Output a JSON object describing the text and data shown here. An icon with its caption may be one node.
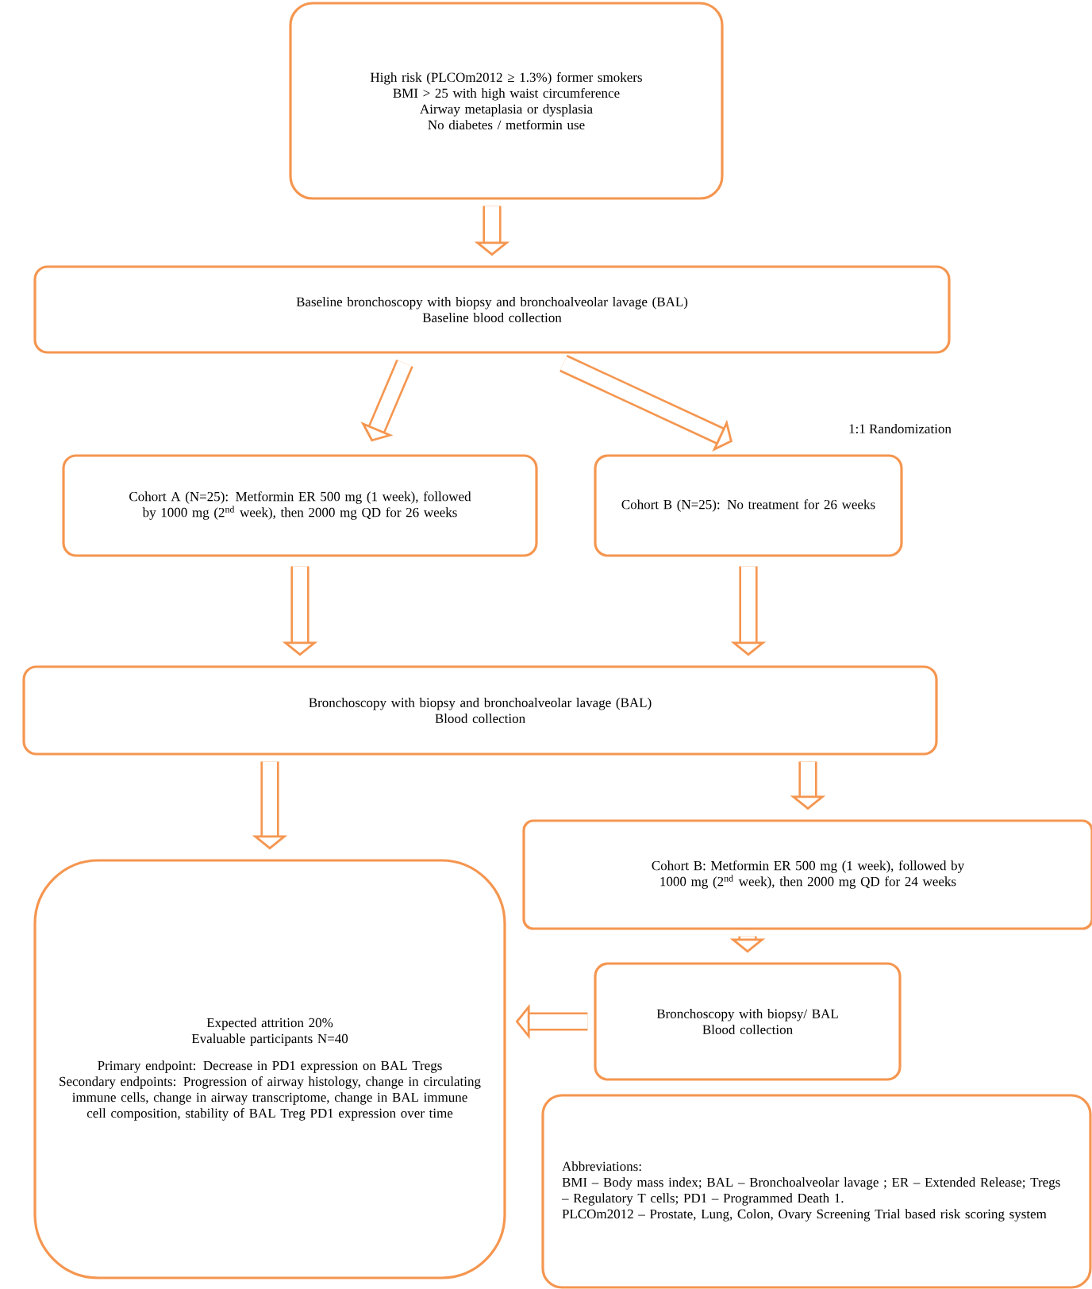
{
  "diagram": {
    "nodes": [
      {
        "text": [
          "High risk (PLCOm2012 ≥ 1.3%) former smokers",
          "BMI > 25 with high waist circumference",
          "Airway metaplasia or dysplasia",
          "No diabetes / metformin use"
        ]
      },
      {
        "text": [
          "Baseline bronchoscopy with biopsy and bronchoalveolar lavage (BAL)",
          "Baseline blood collection"
        ]
      },
      {
        "text": [
          "Cohort A (N=25): Metformin ER 500 mg (1 week), followed by 1000 mg (2$^{nd}$ week), then 2000 mg QD for 26 weeks"
        ]
      },
      {
        "text": [
          "Cohort B (N=25): No treatment for 26 weeks"
        ]
      },
      {
        "text": [
          "Bronchoscopy with biopsy and bronchoalveolar lavage (BAL)",
          "Blood collection"
        ]
      },
      {
        "text": [
          "Expected attrition 20%",
          "Evaluable participants N=40",
          "Primary endpoint: Decrease in PD1 expression on BAL Tregs",
          "Secondary endpoints: Progression of airway histology, change in circulating immune cells, change in airway transcriptome, change in BAL immune cell composition, stability of BAL Treg PD1 expression over time"
        ]
      },
      {
        "text": [
          "Cohort B: Metformin ER 500 mg (1 week), followed by 1000 mg (2$^{nd}$ week), then 2000 mg QD for 24 weeks"
        ]
      },
      {
        "text": [
          "Bronchoscopy with biopsy/ BAL",
          "Blood collection"
        ]
      },
      {
        "text": [
          "Abbreviations:",
          "BMI – Body mass index; BAL – Bronchoalveolar lavage ; ER – Extended Release; Tregs – Regulatory T cells; PD1 – Programmed Death 1.",
          "PLCOm2012 – Prostate, Lung, Colon, Ovary Screening Trial based risk scoring system"
        ]
      }
    ],
    "edges": [
      {
        "from": 0,
        "to": 1,
        "arrow": "to"
      },
      {
        "from": 1,
        "to": 2,
        "arrow": "to"
      },
      {
        "from": 1,
        "to": 3,
        "arrow": "to"
      },
      {
        "from": 2,
        "to": 4,
        "arrow": "to"
      },
      {
        "from": 3,
        "to": 4,
        "arrow": "to"
      },
      {
        "from": 4,
        "to": 5,
        "arrow": "to"
      },
      {
        "from": 4,
        "to": 6,
        "arrow": "to"
      },
      {
        "from": 6,
        "to": 7,
        "arrow": "to"
      },
      {
        "from": 7,
        "to": 5,
        "arrow": "to"
      }
    ],
    "labels": [
      "1:1 Randomization"
    ]
  }
}
